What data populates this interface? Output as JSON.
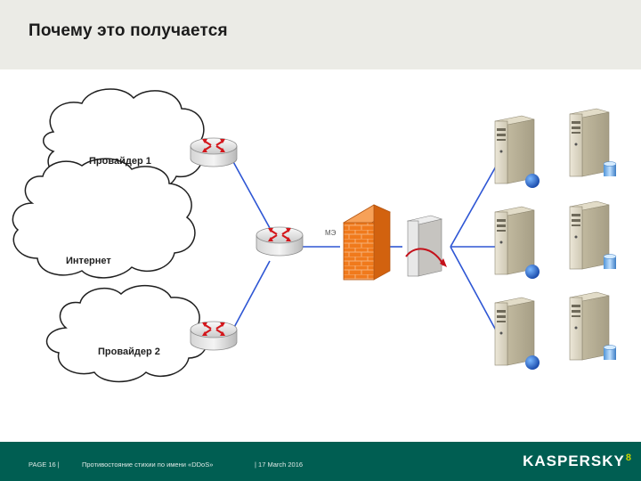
{
  "slide": {
    "title": "Почему это получается"
  },
  "diagram": {
    "clouds": [
      {
        "id": "provider1",
        "label": "Провайдер 1"
      },
      {
        "id": "internet",
        "label": "Интернет"
      },
      {
        "id": "provider2",
        "label": "Провайдер 2"
      }
    ],
    "routers": [
      "provider1-router",
      "provider2-router",
      "edge-router"
    ],
    "firewall_label": "МЭ",
    "server_rows": 3,
    "link_color": "#2e56d4"
  },
  "footer": {
    "page": "PAGE 16  |",
    "subject": "Противостояние стихии по имени «DDoS»",
    "date": "|  17 March 2016",
    "logo_text": "KASPERSKY",
    "logo_mark": "8"
  },
  "colors": {
    "header_bg": "#ebebe6",
    "footer_bg": "#005e52",
    "firewall": "#f07a1c",
    "router_arrows": "#d4161b"
  }
}
